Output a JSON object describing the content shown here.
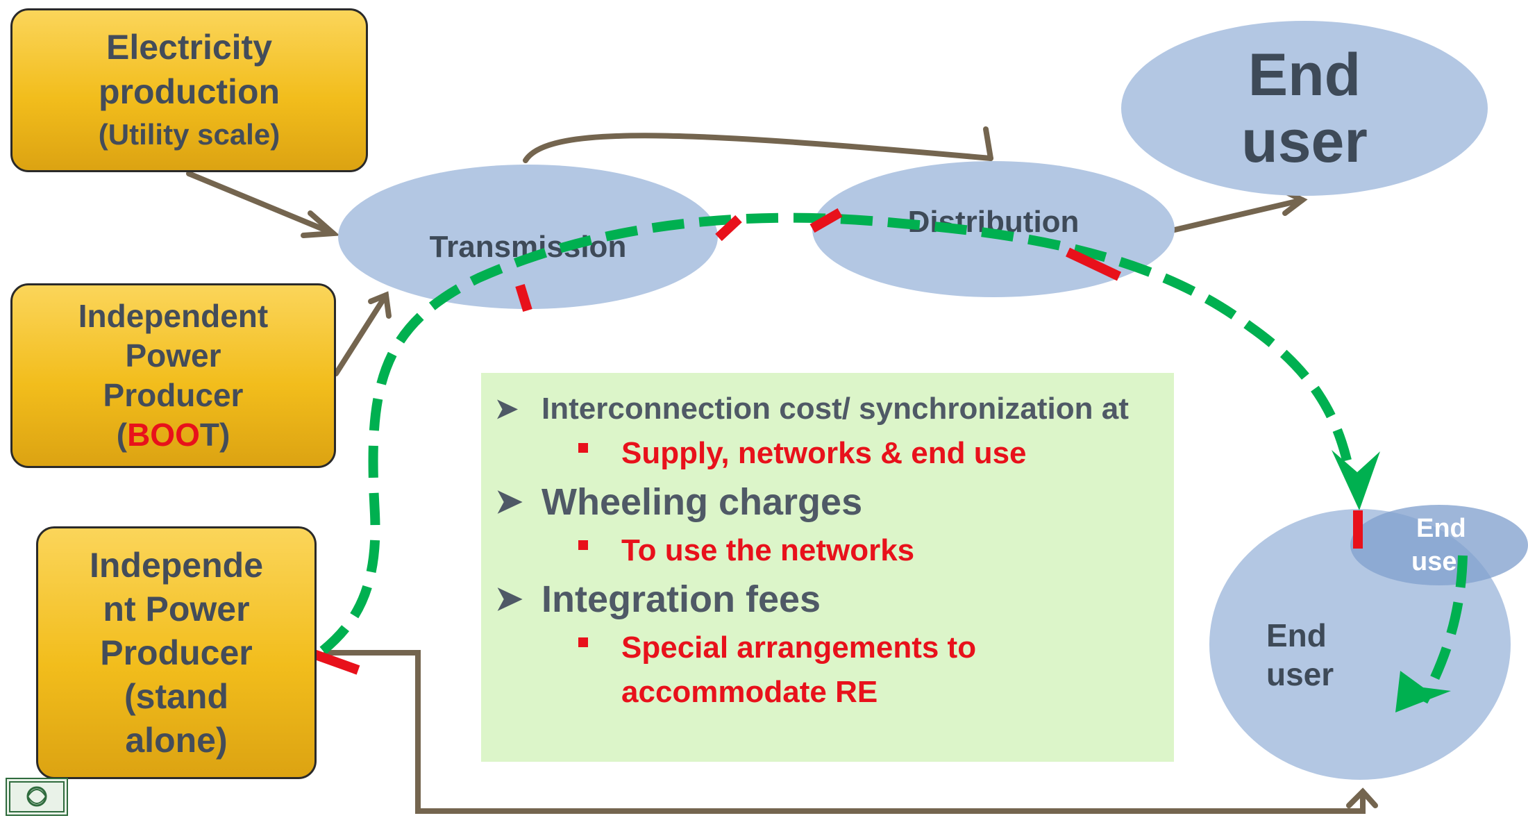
{
  "boxes": {
    "utility": {
      "line1": "Electricity",
      "line2": "production",
      "line3": "(Utility scale)"
    },
    "ipp_boot": {
      "line1": "Independent",
      "line2": "Power",
      "line3": "Producer",
      "paren_open": "(",
      "accent": "BOO",
      "rest": "T)"
    },
    "ipp_standalone": {
      "line1": "Independe",
      "line2": "nt Power",
      "line3": "Producer",
      "line4": "(stand",
      "line5": "alone)"
    }
  },
  "nodes": {
    "transmission": "Transmission",
    "distribution": "Distribution",
    "end_user_top": {
      "line1": "End",
      "line2": "user"
    },
    "end_user_big": {
      "line1": "End",
      "line2": "user"
    },
    "end_user_small": {
      "line1": "End",
      "line2": "user"
    }
  },
  "panel": {
    "bullet1": "Interconnection cost/ synchronization at",
    "sub1": "Supply, networks & end use",
    "bullet2": "Wheeling charges",
    "sub2": "To use the networks",
    "bullet3": "Integration fees",
    "sub3": "Special arrangements to accommodate RE"
  },
  "colors": {
    "box_fill": "#f2bd1c",
    "node_fill": "#b3c7e3",
    "panel_fill": "#dcf5c9",
    "arrow_brown": "#74654f",
    "dash_green": "#00b050",
    "marker_red": "#e8111b"
  },
  "icons": {
    "bullet": "arrow-bullet-icon",
    "sub_bullet": "red-square-icon",
    "logo": "ornamental-logo-icon"
  }
}
